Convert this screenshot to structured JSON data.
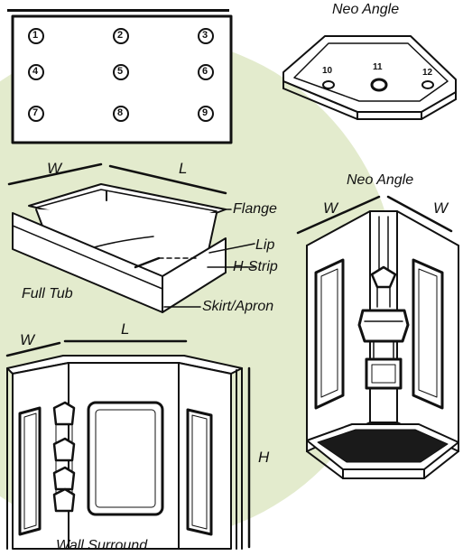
{
  "drain_grid": {
    "numbers": [
      "1",
      "2",
      "3",
      "4",
      "5",
      "6",
      "7",
      "8",
      "9"
    ]
  },
  "neo_base": {
    "title": "Neo Angle",
    "numbers": [
      "10",
      "11",
      "12"
    ]
  },
  "full_tub": {
    "label": "Full Tub",
    "dims": {
      "width": "W",
      "length": "L"
    },
    "callouts": {
      "flange": "Flange",
      "lip": "Lip",
      "h_strip": "H-Strip",
      "skirt": "Skirt/Apron"
    }
  },
  "neo_shower": {
    "title": "Neo Angle",
    "dims": {
      "left_width": "W",
      "right_width": "W"
    }
  },
  "wall_surround": {
    "label": "Wall Surround",
    "dims": {
      "width": "W",
      "length": "L",
      "height": "H"
    }
  },
  "colors": {
    "background_blob": "#e3ebcd",
    "line": "#111111",
    "panel": "#ffffff",
    "floor": "#1a1a1a"
  }
}
